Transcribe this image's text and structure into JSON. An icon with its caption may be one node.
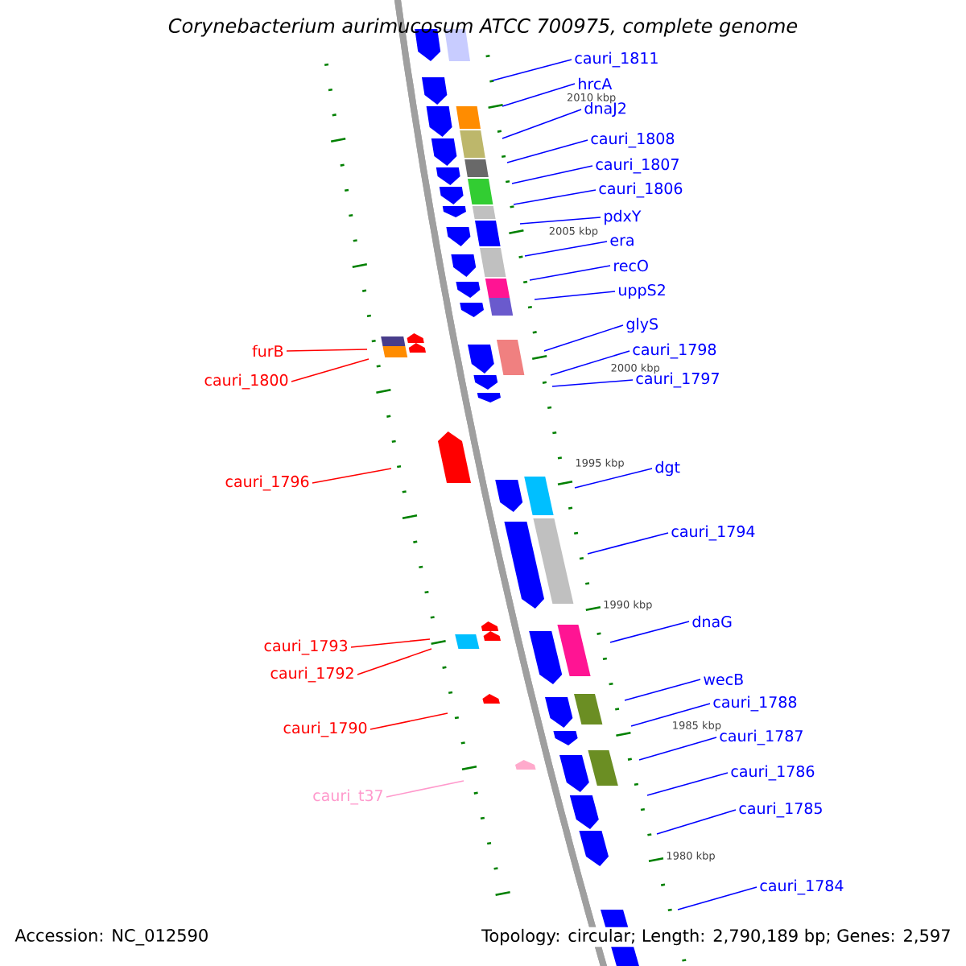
{
  "diagram": {
    "title": "Corynebacterium aurimucosum ATCC 700975, complete genome",
    "nodes": [
      {
        "text": [
          "cauri_1811"
        ]
      },
      {
        "text": [
          "hrcA"
        ]
      },
      {
        "text": [
          "dnaJ2"
        ]
      },
      {
        "text": [
          "cauri_1808"
        ]
      },
      {
        "text": [
          "cauri_1807"
        ]
      },
      {
        "text": [
          "cauri_1806"
        ]
      },
      {
        "text": [
          "pdxY"
        ]
      },
      {
        "text": [
          "era"
        ]
      },
      {
        "text": [
          "recO"
        ]
      },
      {
        "text": [
          "uppS2"
        ]
      },
      {
        "text": [
          "glyS"
        ]
      },
      {
        "text": [
          "furB"
        ]
      },
      {
        "text": [
          "cauri_1798"
        ]
      },
      {
        "text": [
          "cauri_1800"
        ]
      },
      {
        "text": [
          "cauri_1797"
        ]
      },
      {
        "text": [
          "dgt"
        ]
      },
      {
        "text": [
          "cauri_1796"
        ]
      },
      {
        "text": [
          "cauri_1794"
        ]
      },
      {
        "text": [
          "dnaG"
        ]
      },
      {
        "text": [
          "cauri_1793"
        ]
      },
      {
        "text": [
          "cauri_1792"
        ]
      },
      {
        "text": [
          "wecB"
        ]
      },
      {
        "text": [
          "cauri_1788"
        ]
      },
      {
        "text": [
          "cauri_1790"
        ]
      },
      {
        "text": [
          "cauri_1787"
        ]
      },
      {
        "text": [
          "cauri_1786"
        ]
      },
      {
        "text": [
          "cauri_t37"
        ]
      },
      {
        "text": [
          "cauri_1785"
        ]
      },
      {
        "text": [
          "cauri_1784"
        ]
      }
    ],
    "edges": [
      {
        "from": 0,
        "to": null,
        "arrow": "none"
      },
      {
        "from": 1,
        "to": null,
        "arrow": "none"
      },
      {
        "from": 2,
        "to": null,
        "arrow": "none"
      },
      {
        "from": 3,
        "to": null,
        "arrow": "none"
      },
      {
        "from": 4,
        "to": null,
        "arrow": "none"
      },
      {
        "from": 5,
        "to": null,
        "arrow": "none"
      },
      {
        "from": 6,
        "to": null,
        "arrow": "none"
      },
      {
        "from": 7,
        "to": null,
        "arrow": "none"
      },
      {
        "from": 8,
        "to": null,
        "arrow": "none"
      },
      {
        "from": 9,
        "to": null,
        "arrow": "none"
      },
      {
        "from": 10,
        "to": null,
        "arrow": "none"
      },
      {
        "from": 11,
        "to": null,
        "arrow": "none",
        "color": "#ff0000"
      },
      {
        "from": 12,
        "to": null,
        "arrow": "none"
      },
      {
        "from": 13,
        "to": null,
        "arrow": "none",
        "color": "#ff0000"
      },
      {
        "from": 14,
        "to": null,
        "arrow": "none"
      },
      {
        "from": 15,
        "to": null,
        "arrow": "none"
      },
      {
        "from": 16,
        "to": null,
        "arrow": "none",
        "color": "#ff0000"
      },
      {
        "from": 17,
        "to": null,
        "arrow": "none"
      },
      {
        "from": 18,
        "to": null,
        "arrow": "none"
      },
      {
        "from": 19,
        "to": null,
        "arrow": "none",
        "color": "#ff0000"
      },
      {
        "from": 20,
        "to": null,
        "arrow": "none",
        "color": "#ff0000"
      },
      {
        "from": 21,
        "to": null,
        "arrow": "none"
      },
      {
        "from": 22,
        "to": null,
        "arrow": "none"
      },
      {
        "from": 23,
        "to": null,
        "arrow": "none",
        "color": "#ff0000"
      },
      {
        "from": 24,
        "to": null,
        "arrow": "none"
      },
      {
        "from": 25,
        "to": null,
        "arrow": "none"
      },
      {
        "from": 26,
        "to": null,
        "arrow": "none",
        "color": "#ff99cc"
      },
      {
        "from": 27,
        "to": null,
        "arrow": "none"
      },
      {
        "from": 28,
        "to": null,
        "arrow": "none"
      }
    ],
    "labels": [
      "2010 kbp",
      "2005 kbp",
      "2000 kbp",
      "1995 kbp",
      "1990 kbp",
      "1985 kbp",
      "1980 kbp",
      "Accession: NC_012590",
      "Topology: circular; Length: 2,790,189 bp; Genes: 2,597"
    ]
  }
}
